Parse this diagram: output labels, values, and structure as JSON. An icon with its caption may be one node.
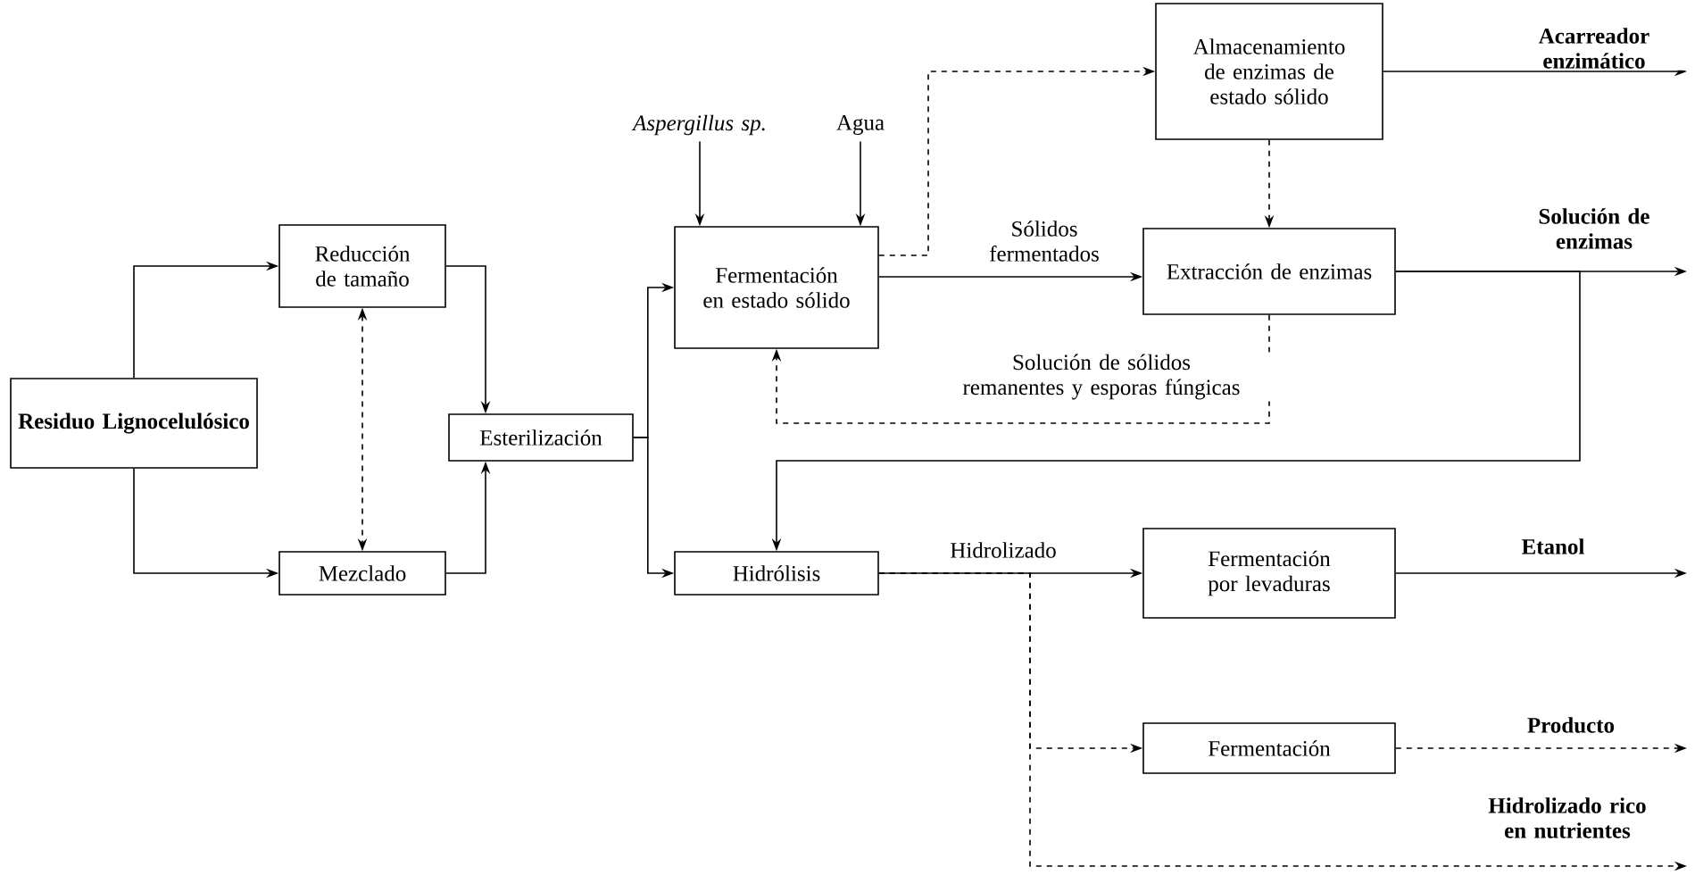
{
  "diagram": {
    "nodes": [
      {
        "text": [
          "Residuo Lignocelulósico"
        ]
      },
      {
        "text": [
          "Reducción de tamaño"
        ]
      },
      {
        "text": [
          "Mezclado"
        ]
      },
      {
        "text": [
          "Esterilización"
        ]
      },
      {
        "text": [
          "Fermentación en estado sólido"
        ]
      },
      {
        "text": [
          "Hidrólisis"
        ]
      },
      {
        "text": [
          "Almacenamiento de enzimas de estado sólido"
        ]
      },
      {
        "text": [
          "Extracción de enzimas"
        ]
      },
      {
        "text": [
          "Fermentación por levaduras"
        ]
      },
      {
        "text": [
          "Fermentación"
        ]
      },
      {
        "text": [
          "Aspergillus sp."
        ]
      },
      {
        "text": [
          "Agua"
        ]
      }
    ],
    "edges": [
      {
        "from": 0,
        "to": 1,
        "arrow": "to"
      },
      {
        "from": 0,
        "to": 2,
        "arrow": "to"
      },
      {
        "from": 1,
        "to": 2,
        "arrow": "both",
        "style": "dashed"
      },
      {
        "from": 1,
        "to": 3,
        "arrow": "to"
      },
      {
        "from": 2,
        "to": 3,
        "arrow": "to"
      },
      {
        "from": 3,
        "to": 4,
        "arrow": "to"
      },
      {
        "from": 3,
        "to": 5,
        "arrow": "to"
      },
      {
        "from": 10,
        "to": 4,
        "arrow": "to"
      },
      {
        "from": 11,
        "to": 4,
        "arrow": "to"
      },
      {
        "from": 4,
        "to": 6,
        "arrow": "to",
        "style": "dashed"
      },
      {
        "from": 4,
        "to": 7,
        "arrow": "to",
        "label": "Sólidos fermentados"
      },
      {
        "from": 6,
        "to": 7,
        "arrow": "to",
        "style": "dashed"
      },
      {
        "from": 7,
        "to": 4,
        "arrow": "to",
        "style": "dashed",
        "label": "Solución de sólidos remanentes y esporas fúngicas"
      },
      {
        "from": 6,
        "to": null,
        "arrow": "to",
        "label": "Acarreador enzimático"
      },
      {
        "from": 7,
        "to": null,
        "arrow": "to",
        "label": "Solución de enzimas"
      },
      {
        "from": 7,
        "to": 5,
        "arrow": "to"
      },
      {
        "from": 5,
        "to": 8,
        "arrow": "to",
        "label": "Hidrolizado"
      },
      {
        "from": 8,
        "to": null,
        "arrow": "to",
        "label": "Etanol"
      },
      {
        "from": 5,
        "to": 9,
        "arrow": "to",
        "style": "dashed"
      },
      {
        "from": 9,
        "to": null,
        "arrow": "to",
        "style": "dashed",
        "label": "Producto"
      },
      {
        "from": 5,
        "to": null,
        "arrow": "to",
        "style": "dashed",
        "label": "Hidrolizado rico en nutrientes"
      }
    ]
  }
}
